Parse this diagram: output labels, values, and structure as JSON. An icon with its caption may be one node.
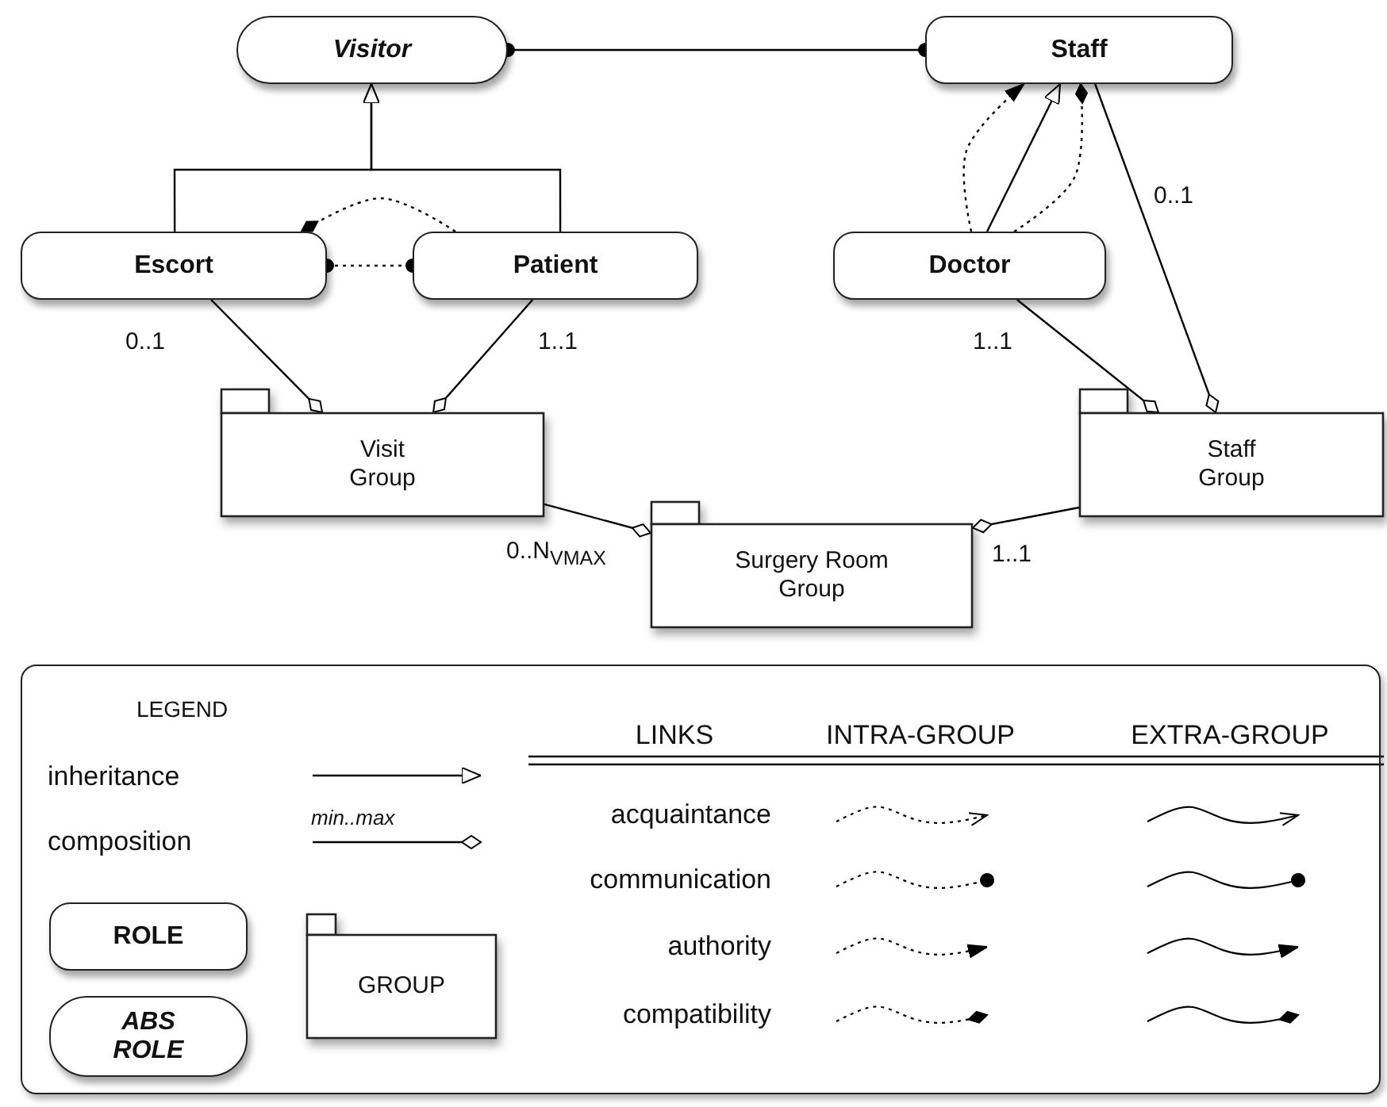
{
  "diagram": {
    "nodes": [
      {
        "text": [
          "Visitor"
        ]
      },
      {
        "text": [
          "Staff"
        ]
      },
      {
        "text": [
          "Escort"
        ]
      },
      {
        "text": [
          "Patient"
        ]
      },
      {
        "text": [
          "Doctor"
        ]
      },
      {
        "text": [
          "Visit Group"
        ]
      },
      {
        "text": [
          "Staff Group"
        ]
      },
      {
        "text": [
          "Surgery Room Group"
        ]
      },
      {
        "text": [
          "LEGEND"
        ]
      },
      {
        "text": [
          "ROLE"
        ],
        "in": 8
      },
      {
        "text": [
          "ABS ROLE"
        ],
        "in": 8
      },
      {
        "text": [
          "GROUP"
        ],
        "in": 8
      }
    ],
    "edges": [
      {
        "from": 0,
        "to": 1,
        "arrow": "other"
      },
      {
        "from": 2,
        "to": 0,
        "arrow": "to"
      },
      {
        "from": 3,
        "to": 0,
        "arrow": "to"
      },
      {
        "from": 3,
        "to": 2,
        "arrow": "other",
        "style": "dashed"
      },
      {
        "from": 2,
        "to": 3,
        "arrow": "other",
        "style": "dashed"
      },
      {
        "from": 4,
        "to": 1,
        "arrow": "to"
      },
      {
        "from": 4,
        "to": 1,
        "arrow": "to",
        "style": "dashed"
      },
      {
        "from": 4,
        "to": 1,
        "arrow": "other",
        "style": "dashed"
      },
      {
        "from": 2,
        "to": 5,
        "arrow": "other",
        "label": "0..1"
      },
      {
        "from": 3,
        "to": 5,
        "arrow": "other",
        "label": "1..1"
      },
      {
        "from": 4,
        "to": 6,
        "arrow": "other",
        "label": "1..1"
      },
      {
        "from": 1,
        "to": 6,
        "arrow": "other",
        "label": "0..1"
      },
      {
        "from": 5,
        "to": 7,
        "arrow": "other",
        "label": "0..N$_{VMAX}$"
      },
      {
        "from": 6,
        "to": 7,
        "arrow": "other",
        "label": "1..1"
      }
    ],
    "labels": [
      "min..max",
      "LINKS",
      "INTRA-GROUP",
      "EXTRA-GROUP"
    ],
    "legend": [
      {
        "text": "inheritance"
      },
      {
        "text": "composition"
      },
      {
        "text": "acquaintance"
      },
      {
        "text": "communication"
      },
      {
        "text": "authority"
      },
      {
        "text": "compatibility"
      }
    ]
  }
}
